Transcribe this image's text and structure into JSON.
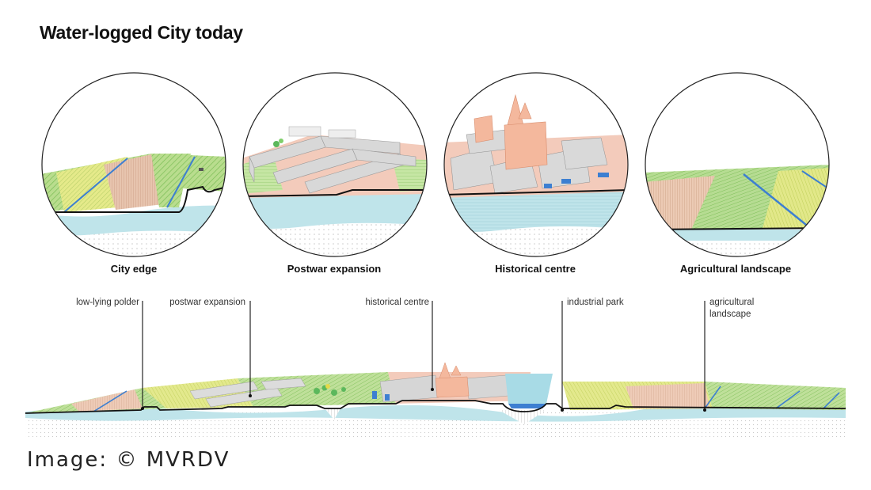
{
  "title": "Water-logged City today",
  "vignettes": [
    {
      "caption": "City edge"
    },
    {
      "caption": "Postwar expansion"
    },
    {
      "caption": "Historical centre"
    },
    {
      "caption": "Agricultural landscape"
    }
  ],
  "callouts": {
    "low_lying_polder": "low-lying polder",
    "postwar_expansion": "postwar expansion",
    "historical_centre": "historical centre",
    "industrial_park": "industrial park",
    "agricultural_landscape_1": "agricultural",
    "agricultural_landscape_2": "landscape"
  },
  "credit": "Image: © MVRDV",
  "colors": {
    "water": "#bfe4ea",
    "soil_dots": "#e6e6e6",
    "field_green": "#9fd08a",
    "field_yellow": "#d8e36a",
    "roof_pink": "#f3c2ad",
    "building_grey": "#cfcfcf",
    "canal_blue": "#3d7fd1",
    "ground_line": "#111111"
  }
}
